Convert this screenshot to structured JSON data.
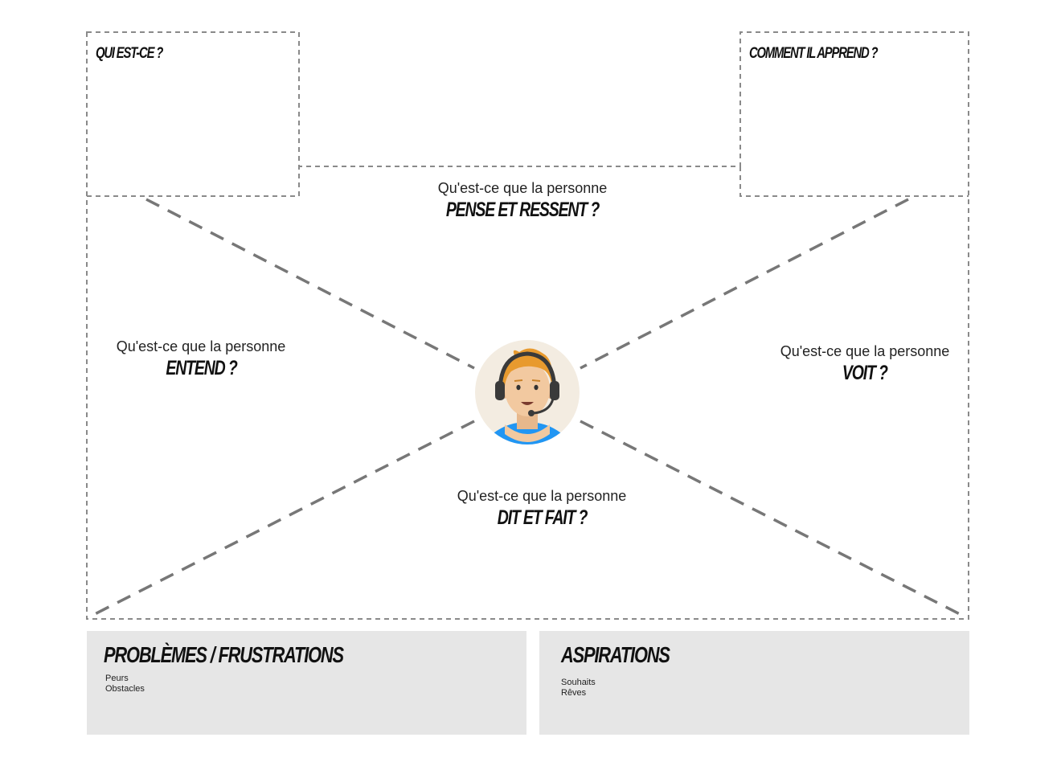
{
  "boxes": {
    "who": {
      "title": "QUI EST-CE ?"
    },
    "learn": {
      "title": "COMMENT IL APPREND ?"
    }
  },
  "sections": {
    "think": {
      "prefix": "Qu'est-ce que la personne",
      "title": "PENSE ET RESSENT ?"
    },
    "hear": {
      "prefix": "Qu'est-ce que la personne",
      "title": "ENTEND ?"
    },
    "see": {
      "prefix": "Qu'est-ce que la personne",
      "title": "VOIT ?"
    },
    "say": {
      "prefix": "Qu'est-ce que la personne",
      "title": "DIT ET FAIT ?"
    }
  },
  "panels": {
    "problems": {
      "title": "PROBLÈMES / FRUSTRATIONS",
      "items": [
        "Peurs",
        "Obstacles"
      ]
    },
    "aspirations": {
      "title": "ASPIRATIONS",
      "items": [
        "Souhaits",
        "Rêves"
      ]
    }
  },
  "colors": {
    "dash": "#8a8a8a",
    "diagonal": "#777777",
    "panel_bg": "#e6e6e6",
    "avatar_bg": "#f3ece1",
    "hair": "#e89a2e",
    "skin": "#f2c9a0",
    "shirt": "#2196f3",
    "headset": "#3a3a3a"
  },
  "icons": {
    "avatar": "support-agent-avatar-icon"
  }
}
